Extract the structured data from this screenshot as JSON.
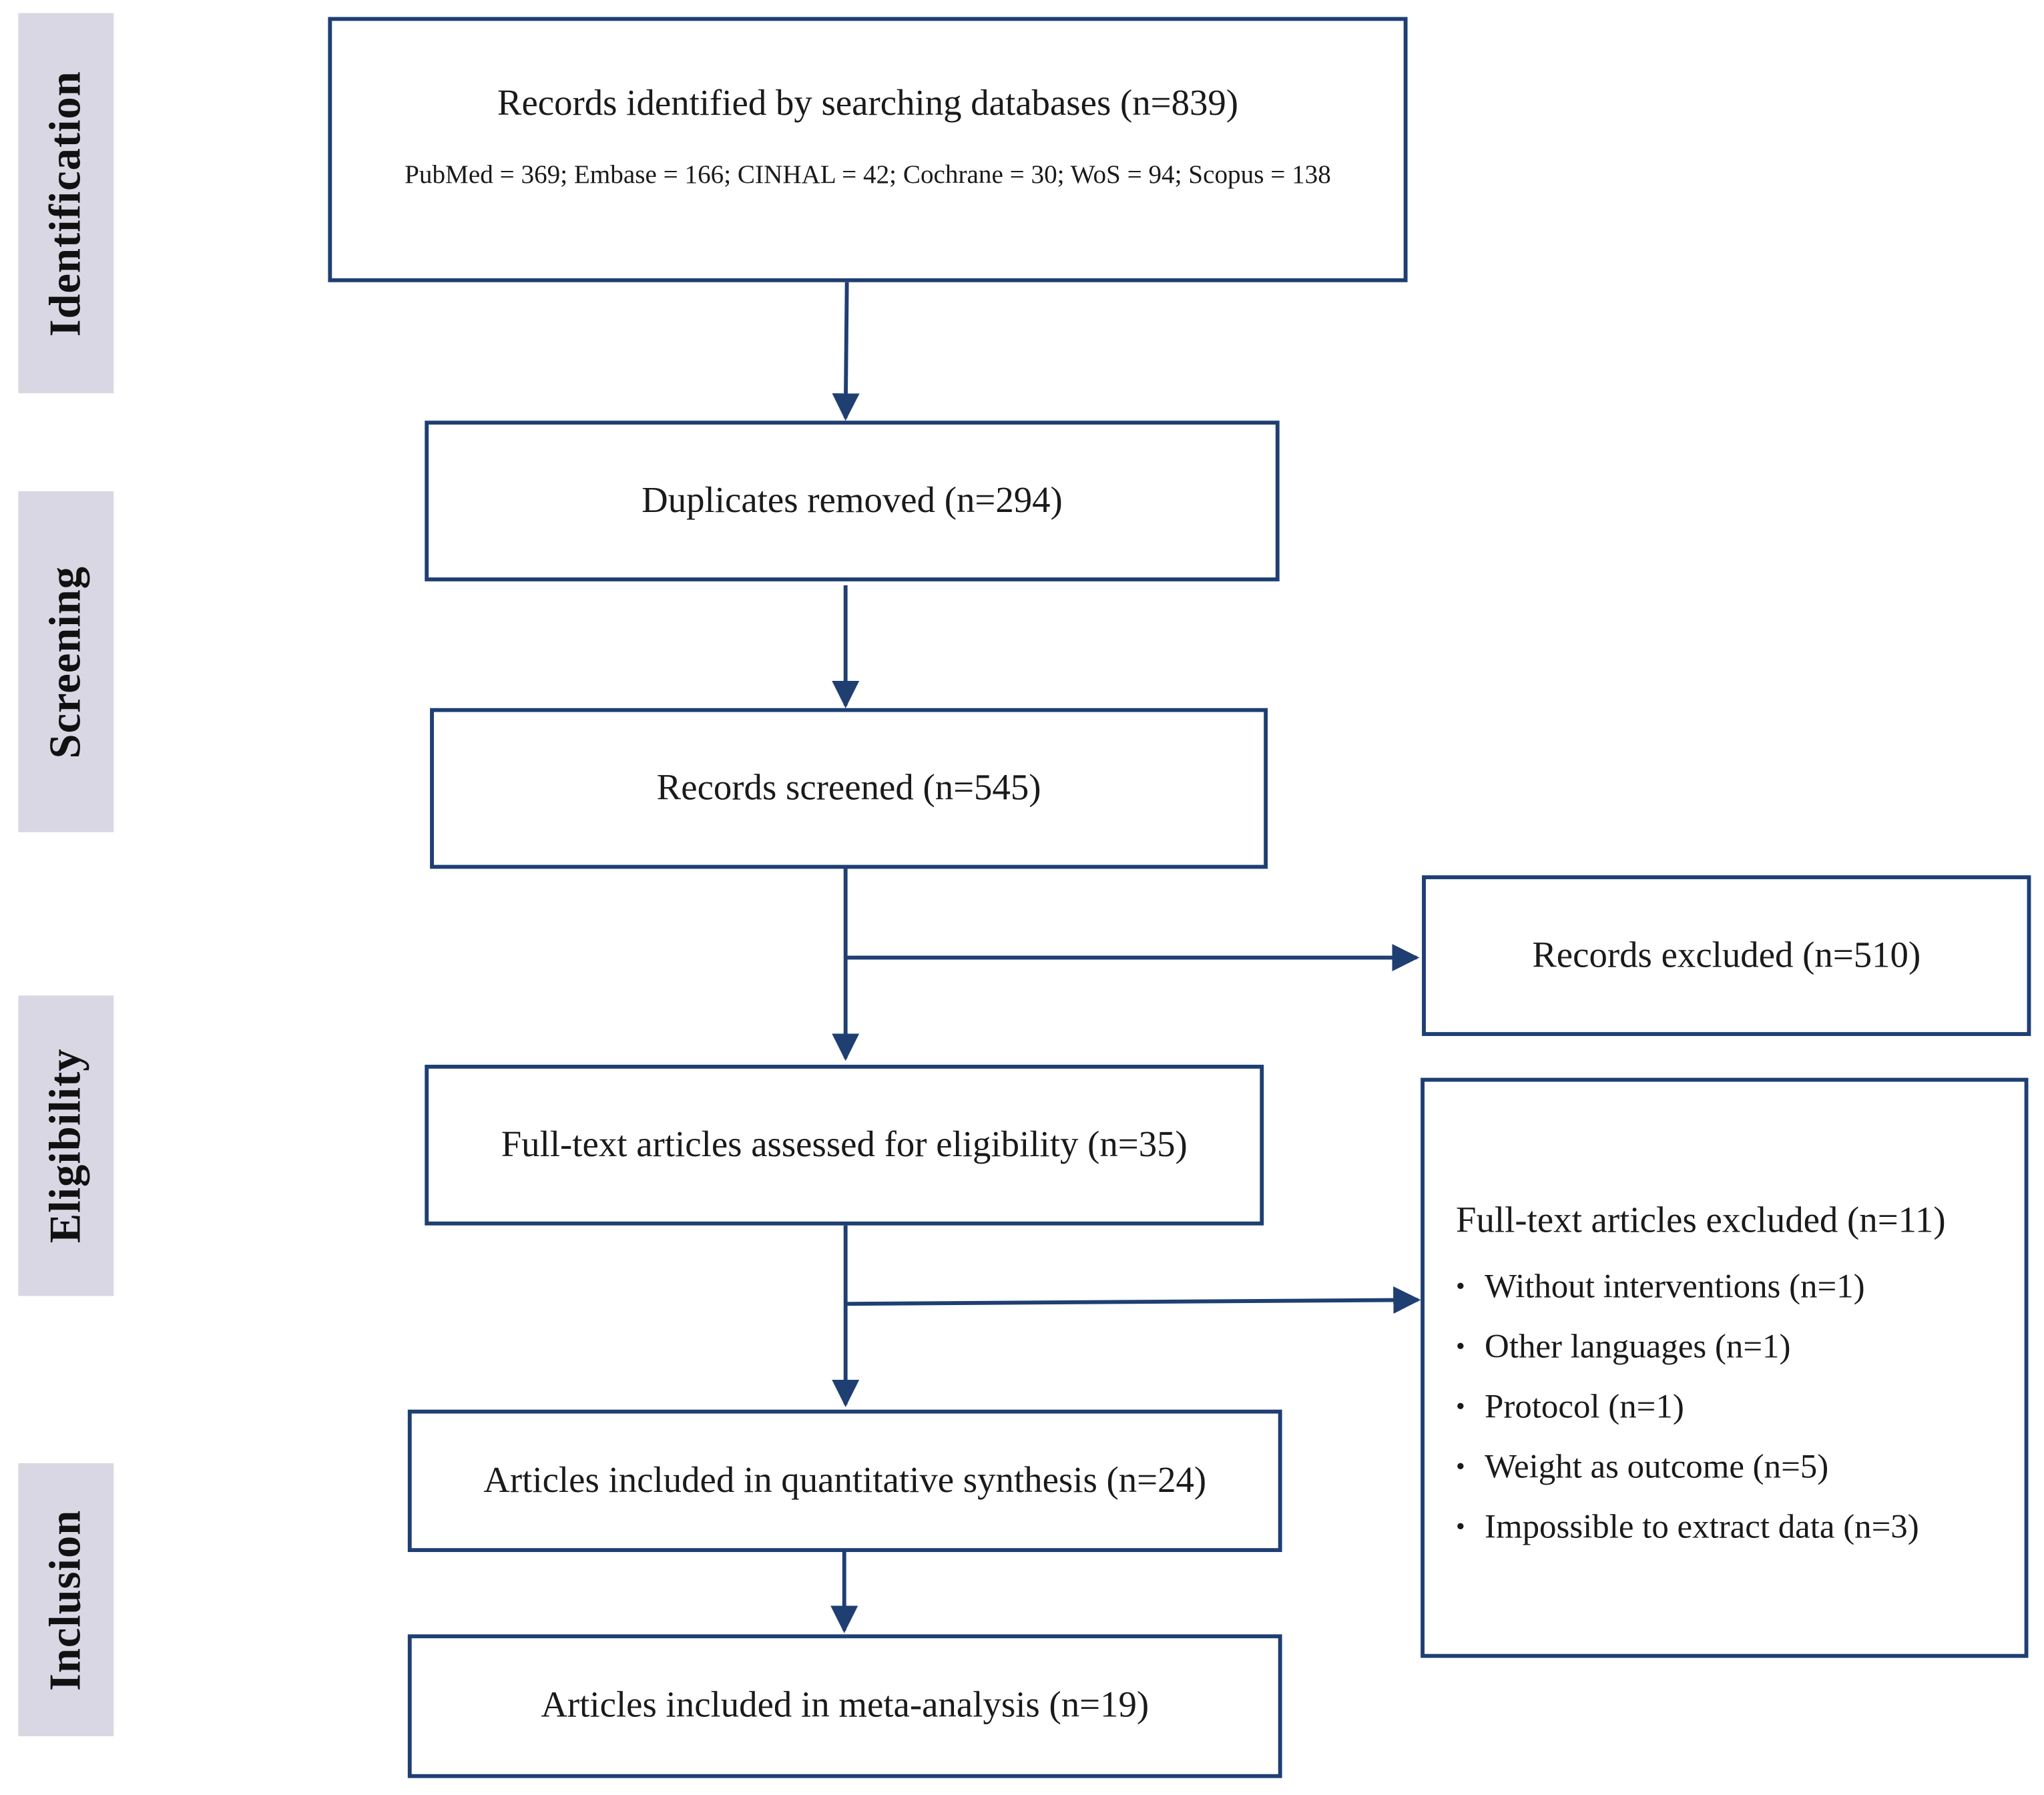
{
  "phases": {
    "identification": "Identification",
    "screening": "Screening",
    "eligibility": "Eligibility",
    "inclusion": "Inclusion"
  },
  "boxes": {
    "identified": {
      "title": "Records identified by searching databases (n=839)",
      "detail": "PubMed = 369; Embase = 166; CINHAL = 42; Cochrane = 30; WoS = 94; Scopus = 138"
    },
    "duplicates": "Duplicates removed (n=294)",
    "screened": "Records screened (n=545)",
    "records_excluded": "Records excluded (n=510)",
    "fulltext_assessed": "Full-text articles assessed for eligibility (n=35)",
    "fulltext_excluded": {
      "title": "Full-text articles excluded (n=11)",
      "reasons": [
        "Without interventions (n=1)",
        "Other languages (n=1)",
        "Protocol (n=1)",
        "Weight as outcome (n=5)",
        "Impossible to extract data (n=3)"
      ]
    },
    "quantitative": "Articles included in quantitative synthesis (n=24)",
    "meta_analysis": "Articles included in meta-analysis (n=19)"
  },
  "colors": {
    "box_border": "#1f3f73",
    "arrow": "#1f3f73",
    "phase_background": "#d9d7e3"
  }
}
